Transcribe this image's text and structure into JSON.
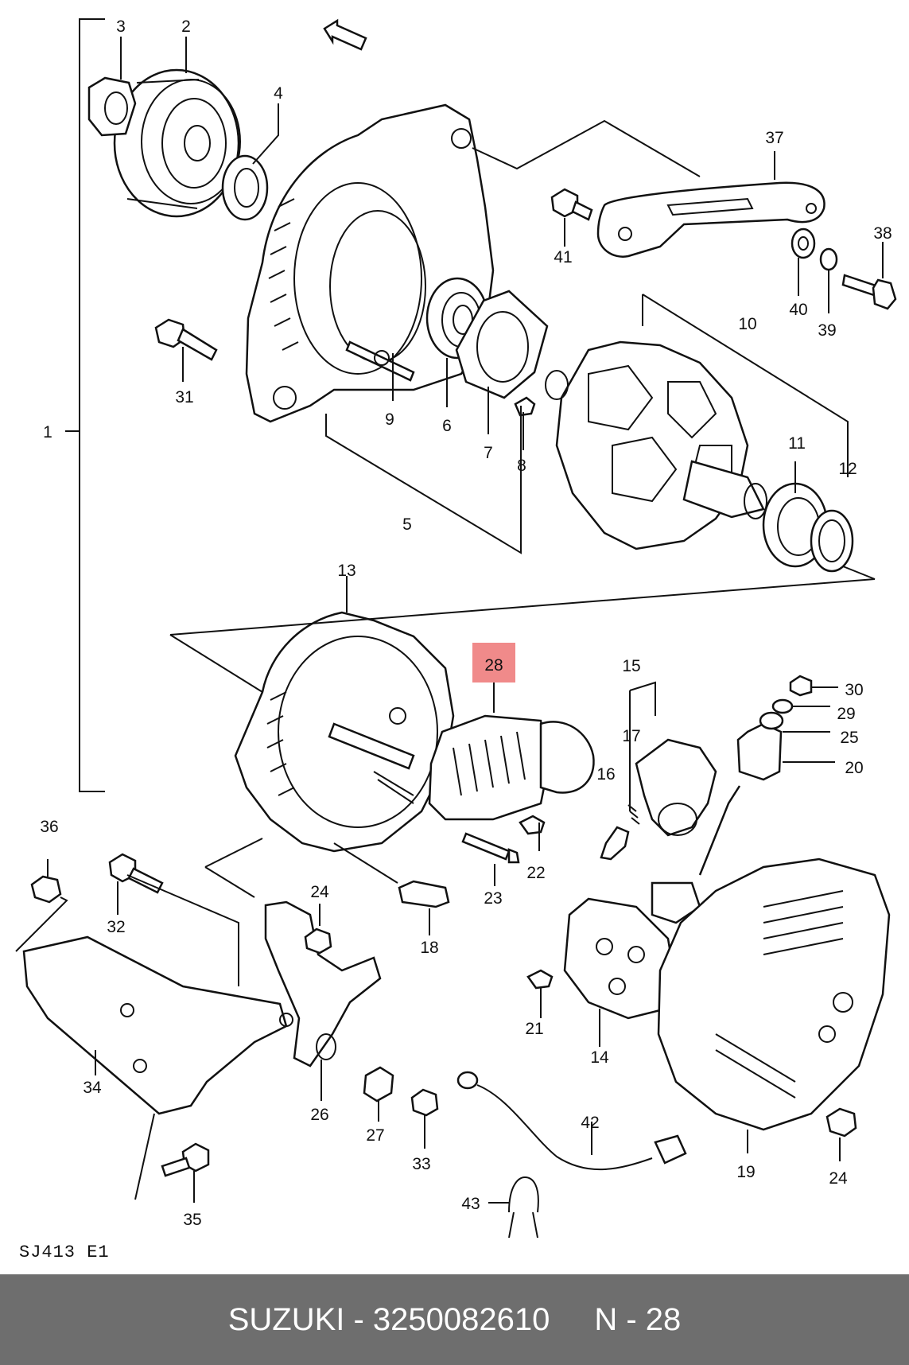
{
  "diagram": {
    "callouts": [
      "1",
      "2",
      "3",
      "4",
      "5",
      "6",
      "7",
      "8",
      "9",
      "10",
      "11",
      "12",
      "13",
      "14",
      "15",
      "16",
      "17",
      "18",
      "19",
      "20",
      "21",
      "22",
      "23",
      "24",
      "24",
      "25",
      "26",
      "27",
      "28",
      "29",
      "30",
      "31",
      "32",
      "33",
      "34",
      "35",
      "36",
      "37",
      "38",
      "39",
      "40",
      "41",
      "42",
      "43"
    ],
    "highlighted_part": "28",
    "highlight_color": "#f08a8a",
    "drawing_code": "SJ413 E1"
  },
  "footer": {
    "brand_part": "SUZUKI - 3250082610",
    "page_ref": "N - 28",
    "background": "#6e6e6e"
  }
}
